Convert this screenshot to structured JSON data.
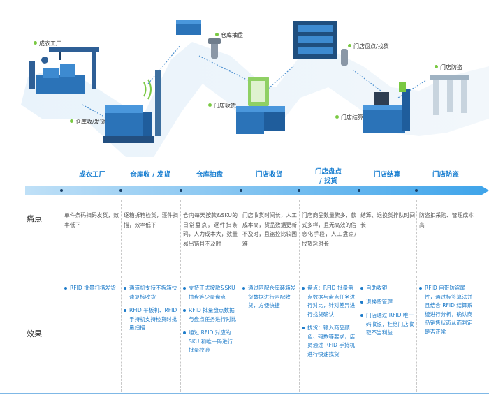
{
  "scene_labels": {
    "factory": "成衣工厂",
    "warehouse": "仓库收/发货",
    "spot_check": "仓库抽盘",
    "store_receive": "门店收货",
    "store_inventory": "门店盘点/找货",
    "store_checkout": "门店结算",
    "store_antitheft": "门店防盗"
  },
  "stages": [
    {
      "title_lines": [
        "成衣工厂"
      ]
    },
    {
      "title_lines": [
        "仓库收 / 发货"
      ]
    },
    {
      "title_lines": [
        "仓库抽盘"
      ]
    },
    {
      "title_lines": [
        "门店收货"
      ]
    },
    {
      "title_lines": [
        "门店盘点",
        "/ 找货"
      ]
    },
    {
      "title_lines": [
        "门店结算"
      ]
    },
    {
      "title_lines": [
        "门店防盗"
      ]
    }
  ],
  "row_labels": {
    "pain": "痛点",
    "effect": "效果"
  },
  "pain_points": [
    "单件条码扫码发货，效率低下",
    "逐箱拆箱检货，逐件扫描，效率低下",
    "仓内每天按款&SKU的日常盘点，逐件扫条码，人力成本大，数量易出错且不及时",
    "门店收货时间长，人工成本高，货品数据更新不及时，且盗控比较困难",
    "门店商品数量繁多，款式多样，且无高效的信息化手段，人工盘点/找货耗时长",
    "结算、退换货排队时间长",
    "防盗扣采购、管理成本高"
  ],
  "effects": [
    [
      "RFID 批量扫描发货"
    ],
    [
      "通道机支持不拆箱快速复核收货",
      "RFID 平板机、RFID 手持机支持检货时批量扫描"
    ],
    [
      "支持正式按款&SKU 抽盘等少量盘点",
      "RFID 批量盘点数据与盘点任务进行对比",
      "通过 RFID 对应的 SKU 和唯一码进行批量校验"
    ],
    [
      "通过匹配仓库装箱发货数据进行匹配收货，方便快捷"
    ],
    [
      "盘点：RFID 批量盘点数据与盘点任务进行对比，针对差异进行找货确认",
      "找货：输入商品颜色、码数等要求，店员通过 RFID 手持机进行快速找货"
    ],
    [
      "自助收银",
      "退换货管理",
      "门店通过 RFID 唯一码收银，杜绝门店收取不当利益"
    ],
    [
      "RFID 自带防盗属性，通过标签算法并且结合 RFID 结算系统进行分析，确认商品销售状态从而判定是否正常"
    ]
  ],
  "colors": {
    "accent": "#1a7fd1",
    "arrow": "#5cb3ee",
    "green": "#7ac943",
    "box": "#2b73b8"
  }
}
